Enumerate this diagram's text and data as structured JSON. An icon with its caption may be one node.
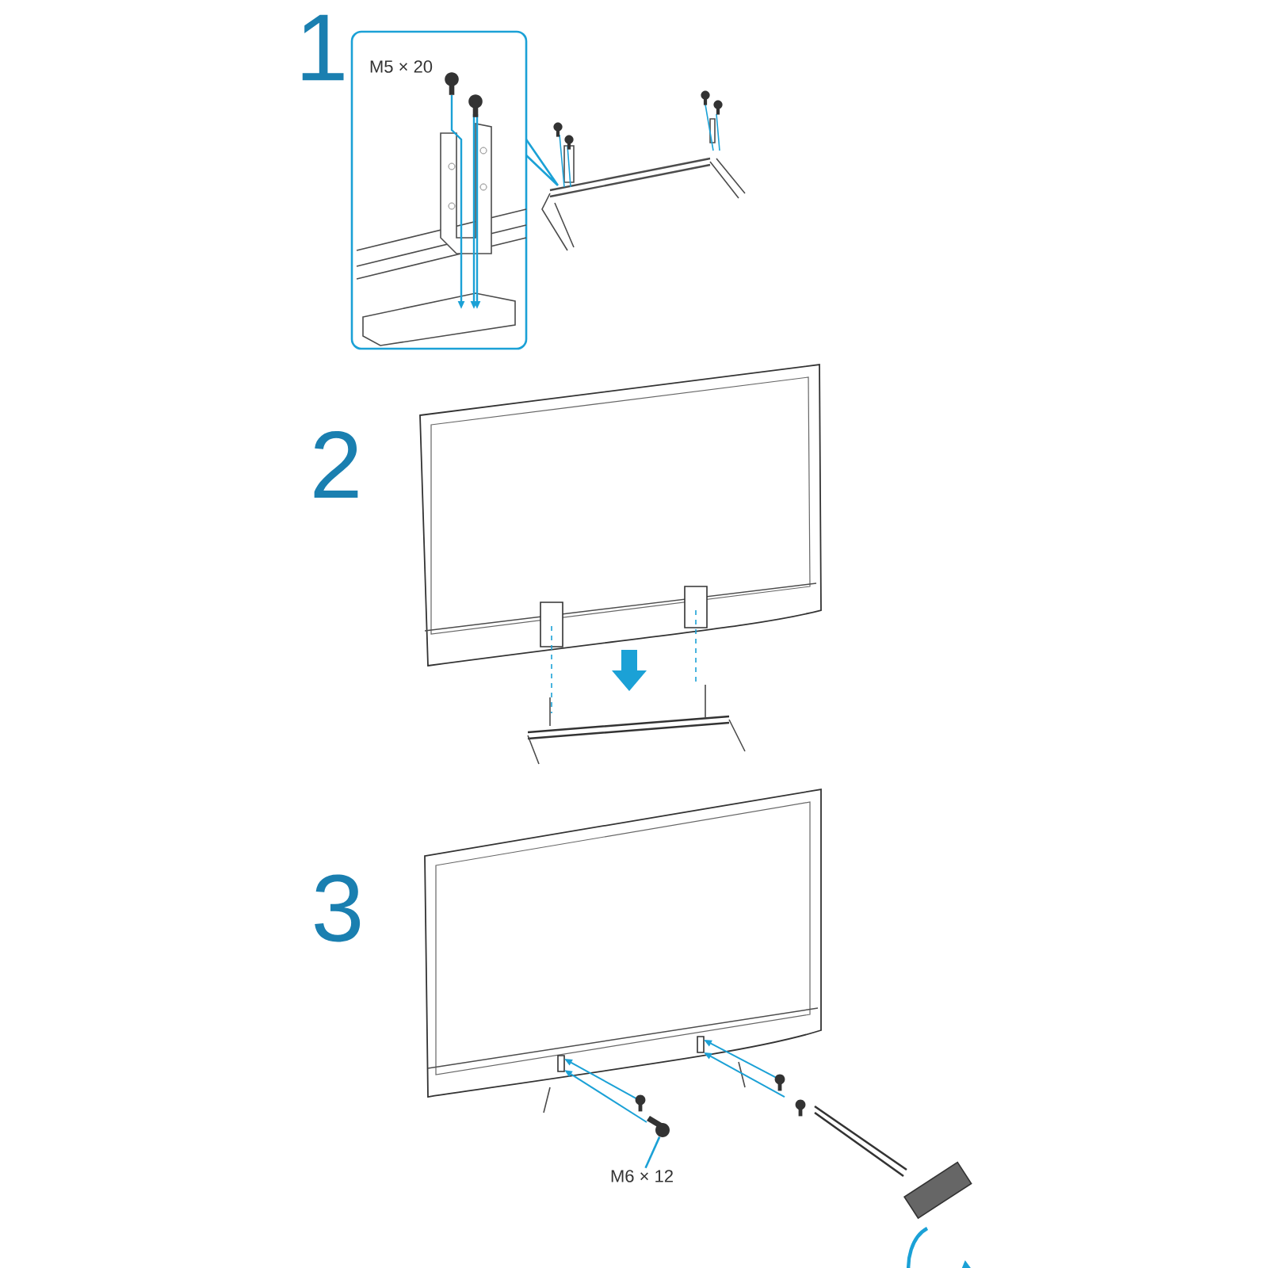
{
  "diagram": {
    "nodes": [
      {
        "text": [
          "M6 × 12"
        ]
      },
      {
        "text": [],
        "shape": "picture"
      }
    ],
    "edges": [
      {
        "from": 0,
        "to": 1,
        "arrow": "none"
      }
    ],
    "labels": [
      "1",
      "M5 × 20",
      "2",
      "3"
    ]
  }
}
